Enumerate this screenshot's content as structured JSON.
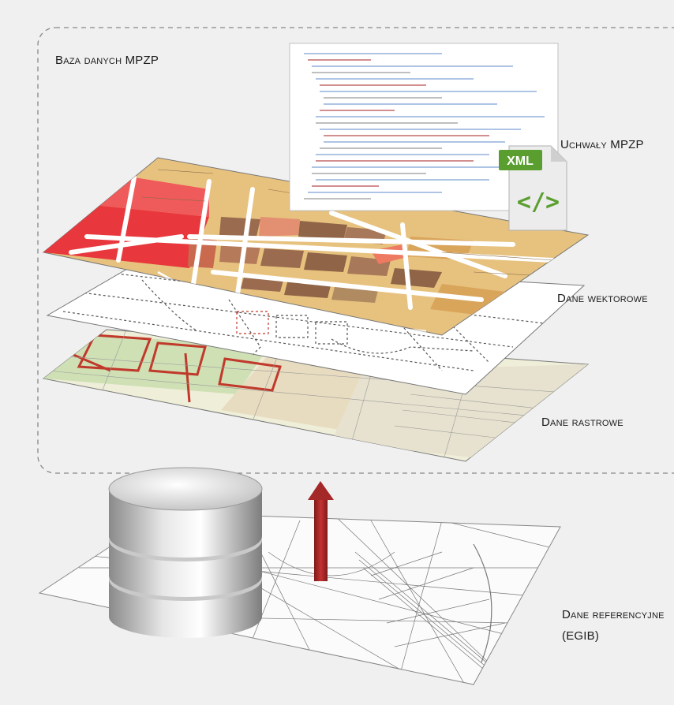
{
  "labels": {
    "database": "Baza danych MPZP",
    "resolutions": "Uchwały MPZP",
    "vector": "Dane wektorowe",
    "raster": "Dane rastrowe",
    "reference_line1": "Dane referencyjne",
    "reference_line2": "(EGIB)"
  },
  "xml_badge": "XML",
  "xml_glyph": "</>",
  "colors": {
    "background": "#f0f0f0",
    "dashed_border": "#888888",
    "plan_red": "#e8383d",
    "plan_brown": "#9a6b4f",
    "plan_tan": "#d9a55b",
    "arrow": "#b52a2a",
    "xml_green": "#5a9e2f"
  },
  "icons": [
    "database-cylinder-icon",
    "xml-file-icon",
    "up-arrow-icon"
  ]
}
